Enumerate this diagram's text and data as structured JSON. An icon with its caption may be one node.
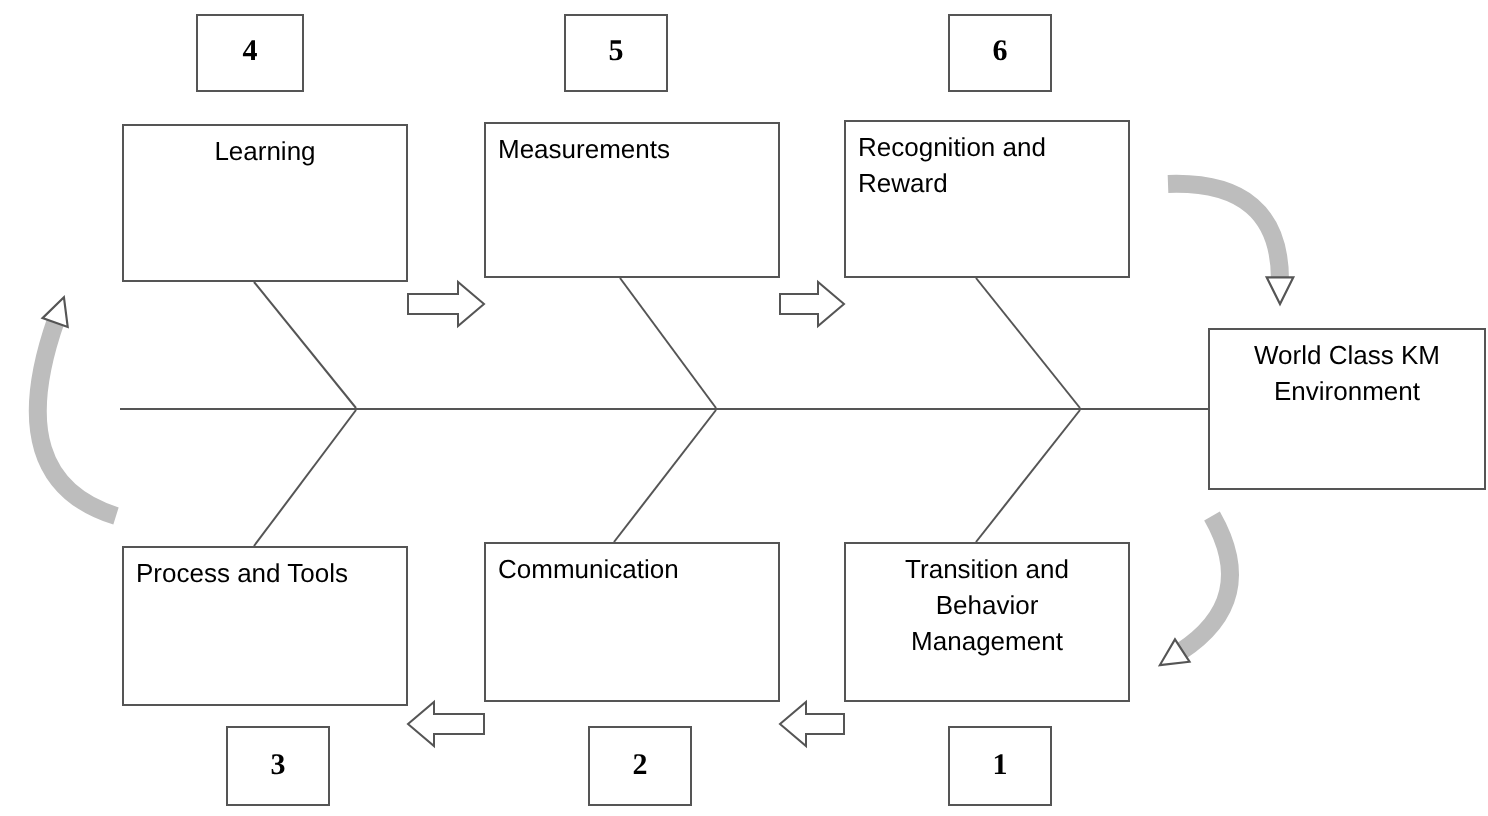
{
  "diagram": {
    "nodes": [
      {
        "text": [
          "4"
        ]
      },
      {
        "text": [
          "5"
        ]
      },
      {
        "text": [
          "6"
        ]
      },
      {
        "text": [
          "Learning"
        ]
      },
      {
        "text": [
          "Measurements"
        ]
      },
      {
        "text": [
          "Recognition and Reward"
        ]
      },
      {
        "text": [
          "World Class KM Environment"
        ]
      },
      {
        "text": [
          "Process and Tools"
        ]
      },
      {
        "text": [
          "Communication"
        ]
      },
      {
        "text": [
          "Transition and Behavior Management"
        ]
      },
      {
        "text": [
          "3"
        ]
      },
      {
        "text": [
          "2"
        ]
      },
      {
        "text": [
          "1"
        ]
      },
      {
        "text": [],
        "shape": "bar"
      }
    ],
    "edges": [
      {
        "from": 3,
        "to": 4,
        "arrow": "to"
      },
      {
        "from": 4,
        "to": 5,
        "arrow": "to"
      },
      {
        "from": 5,
        "to": 6,
        "arrow": "to",
        "style": "thick",
        "color": "#bdbdbd"
      },
      {
        "from": 6,
        "to": 9,
        "arrow": "to",
        "style": "thick",
        "color": "#bdbdbd"
      },
      {
        "from": 9,
        "to": 8,
        "arrow": "to"
      },
      {
        "from": 8,
        "to": 7,
        "arrow": "to"
      },
      {
        "from": 7,
        "to": 3,
        "arrow": "to",
        "style": "thick",
        "color": "#bdbdbd"
      },
      {
        "from": 3,
        "to": 13,
        "arrow": "none"
      },
      {
        "from": 7,
        "to": 13,
        "arrow": "none"
      },
      {
        "from": 4,
        "to": 13,
        "arrow": "none"
      },
      {
        "from": 8,
        "to": 13,
        "arrow": "none"
      },
      {
        "from": 5,
        "to": 13,
        "arrow": "none"
      },
      {
        "from": 9,
        "to": 13,
        "arrow": "none"
      }
    ]
  }
}
